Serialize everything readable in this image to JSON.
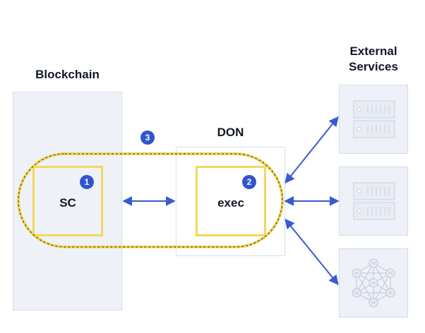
{
  "labels": {
    "blockchain": "Blockchain",
    "don": "DON",
    "external_services": [
      "External",
      "Services"
    ]
  },
  "nodes": {
    "sc": {
      "label": "SC",
      "badge": "1"
    },
    "exec": {
      "label": "exec",
      "badge": "2"
    }
  },
  "loop_badge": "3",
  "services": [
    {
      "icon": "server-icon"
    },
    {
      "icon": "server-icon"
    },
    {
      "icon": "network-icon"
    }
  ],
  "colors": {
    "arrow": "#3a5bcf",
    "highlight": "#f2d85a",
    "badge": "#3355cc",
    "panel": "#eef2f8"
  }
}
